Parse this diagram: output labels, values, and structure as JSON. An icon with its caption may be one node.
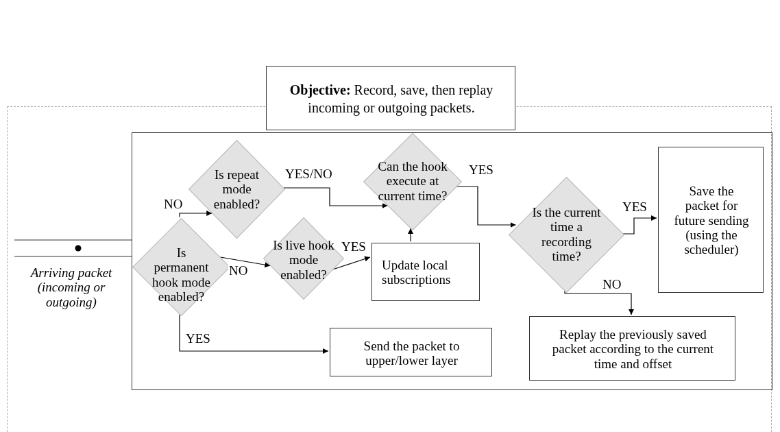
{
  "diagram": {
    "nodes": [
      {
        "text": [],
        "shape": "box"
      },
      {
        "text": [
          "**Objective:** Record, save, then replay incoming or outgoing packets."
        ]
      },
      {
        "text": [],
        "shape": "box",
        "in": 0
      },
      {
        "text": [
          "Arriving packet (incoming or outgoing)"
        ],
        "in": 0
      },
      {
        "text": [
          "Is permanent hook mode enabled?"
        ],
        "in": 2
      },
      {
        "text": [
          "Is repeat mode enabled?"
        ],
        "in": 2
      },
      {
        "text": [
          "Is live hook mode enabled?"
        ],
        "in": 2
      },
      {
        "text": [
          "Can the hook execute at current time?"
        ],
        "in": 2
      },
      {
        "text": [
          "Update local subscriptions"
        ],
        "in": 2
      },
      {
        "text": [
          "Is the current time a recording time?"
        ],
        "in": 2
      },
      {
        "text": [
          "Save the packet for future sending (using the scheduler)"
        ],
        "in": 2
      },
      {
        "text": [
          "Replay the previously saved packet according to the current time and offset"
        ],
        "in": 2
      },
      {
        "text": [
          "Send the packet to upper/lower layer"
        ],
        "in": 2
      }
    ],
    "edges": [
      {
        "from": 4,
        "to": 5,
        "arrow": "to",
        "label": "NO"
      },
      {
        "from": 4,
        "to": 6,
        "arrow": "to",
        "label": "NO"
      },
      {
        "from": 4,
        "to": 12,
        "arrow": "to",
        "label": "YES"
      },
      {
        "from": 5,
        "to": 7,
        "arrow": "to",
        "label": "YES/NO"
      },
      {
        "from": 6,
        "to": 8,
        "arrow": "to",
        "label": "YES"
      },
      {
        "from": 8,
        "to": 7,
        "arrow": "to"
      },
      {
        "from": 7,
        "to": 9,
        "arrow": "to",
        "label": "YES"
      },
      {
        "from": 9,
        "to": 10,
        "arrow": "to",
        "label": "YES"
      },
      {
        "from": 9,
        "to": 11,
        "arrow": "to",
        "label": "NO"
      }
    ]
  }
}
